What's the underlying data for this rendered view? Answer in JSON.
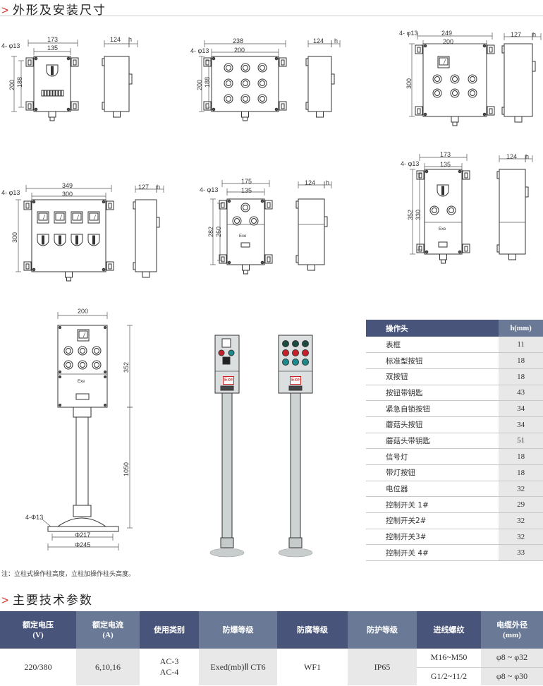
{
  "section1": {
    "arrow": ">",
    "title": "外形及安装尺寸"
  },
  "section2": {
    "arrow": ">",
    "title": "主要技术参数"
  },
  "drawings": {
    "a": {
      "holes": "4- φ13",
      "w1": "173",
      "w2": "135",
      "h1": "200",
      "h2": "188",
      "side_w": "124",
      "side_h": "h"
    },
    "b": {
      "holes": "4- φ13",
      "w1": "238",
      "w2": "200",
      "h1": "200",
      "h2": "188",
      "side_w": "124",
      "side_h": "h"
    },
    "c": {
      "holes": "4- φ13",
      "w1": "249",
      "w2": "200",
      "h1": "300",
      "side_w": "127",
      "side_h": "h"
    },
    "d": {
      "holes": "4- φ13",
      "w1": "349",
      "w2": "300",
      "h1": "300",
      "side_w": "127",
      "side_h": "h"
    },
    "e": {
      "holes": "4- φ13",
      "w1": "175",
      "w2": "135",
      "h1": "282",
      "h2": "260",
      "side_w": "124",
      "side_h": "h",
      "mark": "Exe"
    },
    "f": {
      "holes": "4- φ13",
      "w1": "173",
      "w2": "135",
      "h1": "352",
      "h2": "330",
      "side_w": "124",
      "side_h": "h",
      "mark": "Exe"
    },
    "g": {
      "w": "200",
      "h_box": "352",
      "h_pole": "1050",
      "holes": "4-Φ13",
      "d1": "Φ217",
      "d2": "Φ245",
      "mark": "Exe"
    }
  },
  "photos": {
    "mark": "Exe"
  },
  "note": "注：立柱式操作柱高度，立柱加操作柱头高度。",
  "op_table": {
    "headers": [
      "操作头",
      "h(mm)"
    ],
    "rows": [
      [
        "表框",
        "11"
      ],
      [
        "标准型按钮",
        "18"
      ],
      [
        "双按钮",
        "18"
      ],
      [
        "按钮带钥匙",
        "43"
      ],
      [
        "紧急自锁按钮",
        "34"
      ],
      [
        "蘑菇头按钮",
        "34"
      ],
      [
        "蘑菇头带钥匙",
        "51"
      ],
      [
        "信号灯",
        "18"
      ],
      [
        "带灯按钮",
        "18"
      ],
      [
        "电位器",
        "32"
      ],
      [
        "控制开关 1#",
        "29"
      ],
      [
        "控制开关2#",
        "32"
      ],
      [
        "控制开关3#",
        "32"
      ],
      [
        "控制开关 4#",
        "33"
      ]
    ]
  },
  "params": {
    "headers": [
      [
        "额定电压",
        "(V)"
      ],
      [
        "额定电流",
        "(A)"
      ],
      [
        "使用类别",
        ""
      ],
      [
        "防爆等级",
        ""
      ],
      [
        "防腐等级",
        ""
      ],
      [
        "防护等级",
        ""
      ],
      [
        "进线螺纹",
        ""
      ],
      [
        "电缆外径",
        "(mm)"
      ]
    ],
    "voltage": "220/380",
    "current": "6,10,16",
    "category1": "AC-3",
    "category2": "AC-4",
    "explosion": "Exed(mb)Ⅱ CT6",
    "corrosion": "WF1",
    "protection": "IP65",
    "thread1": "M16~M50",
    "thread2": "G1/2~11/2",
    "cable1": "φ8 ~ φ32",
    "cable2": "φ8 ~ φ30"
  },
  "colors": {
    "accent": "#e0322d",
    "header_dark": "#48547a",
    "header_light": "#6a7a96",
    "cell_grey": "#e8e8e8"
  }
}
